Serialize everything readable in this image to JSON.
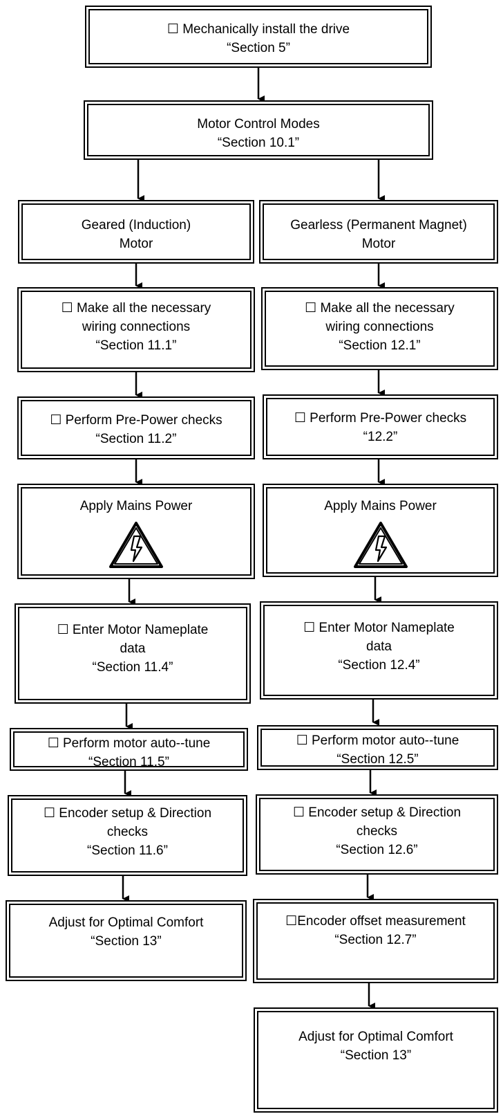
{
  "nodes": {
    "install": {
      "lines": [
        "☐ Mechanically install the drive",
        "“Section 5”"
      ]
    },
    "modes": {
      "lines": [
        "Motor Control Modes",
        "“Section 10.1”"
      ]
    },
    "left": {
      "motor": {
        "lines": [
          "Geared (Induction)",
          "Motor"
        ]
      },
      "wiring": {
        "lines": [
          "☐ Make all the necessary",
          "wiring connections",
          "“Section 11.1”"
        ]
      },
      "prepower": {
        "lines": [
          "☐ Perform Pre-Power checks",
          "“Section 11.2”"
        ]
      },
      "mains": {
        "lines": [
          "Apply Mains Power"
        ],
        "icon": "high-voltage-warning-icon"
      },
      "nameplate": {
        "lines": [
          "☐ Enter Motor Nameplate",
          "data",
          "“Section 11.4”"
        ]
      },
      "autotune": {
        "lines": [
          "☐ Perform motor auto--tune",
          "“Section 11.5”"
        ]
      },
      "encoder": {
        "lines": [
          "☐ Encoder setup & Direction",
          "checks",
          "“Section 11.6”"
        ]
      },
      "comfort": {
        "lines": [
          "Adjust for Optimal Comfort",
          "“Section 13”"
        ]
      }
    },
    "right": {
      "motor": {
        "lines": [
          "Gearless (Permanent Magnet)",
          "Motor"
        ]
      },
      "wiring": {
        "lines": [
          "☐ Make all the necessary",
          "wiring connections",
          "“Section 12.1”"
        ]
      },
      "prepower": {
        "lines": [
          "☐ Perform Pre-Power checks",
          "“12.2”"
        ]
      },
      "mains": {
        "lines": [
          "Apply Mains Power"
        ],
        "icon": "high-voltage-warning-icon"
      },
      "nameplate": {
        "lines": [
          "☐ Enter Motor Nameplate",
          "data",
          "“Section 12.4”"
        ]
      },
      "autotune": {
        "lines": [
          "☐ Perform motor auto--tune",
          "“Section 12.5”"
        ]
      },
      "encoder": {
        "lines": [
          "☐ Encoder setup & Direction",
          "checks",
          "“Section 12.6”"
        ]
      },
      "offset": {
        "lines": [
          "☐Encoder offset measurement",
          "“Section 12.7”"
        ]
      },
      "comfort": {
        "lines": [
          "Adjust for Optimal Comfort",
          "“Section 13”"
        ]
      }
    }
  }
}
